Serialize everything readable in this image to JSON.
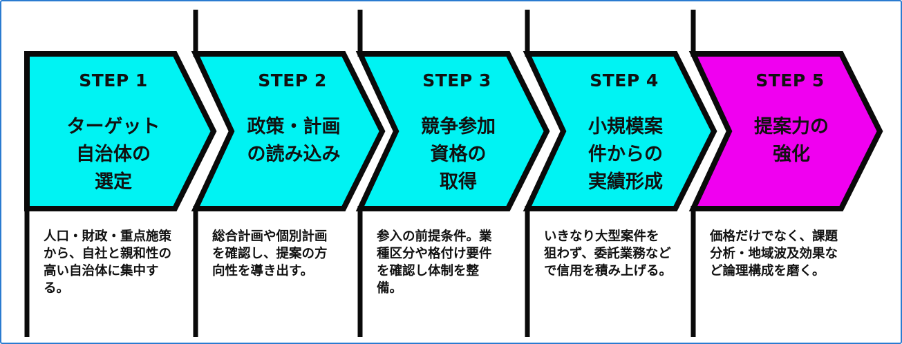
{
  "colors": {
    "cyan": "#00f3f3",
    "magenta": "#f000f0",
    "outline": "#0a0a0a",
    "frame": "#2a7bd0"
  },
  "steps": [
    {
      "label": "STEP 1",
      "title": [
        "ターゲット",
        "自治体の",
        "選定"
      ],
      "desc": [
        "人口・財政・重点施策",
        "から、自社と親和性の",
        "高い自治体に集中す",
        "る。"
      ],
      "color": "#00f3f3"
    },
    {
      "label": "STEP 2",
      "title": [
        "政策・計画",
        "の読み込み"
      ],
      "desc": [
        "総合計画や個別計画",
        "を確認し、提案の方",
        "向性を導き出す。"
      ],
      "color": "#00f3f3"
    },
    {
      "label": "STEP 3",
      "title": [
        "競争参加",
        "資格の",
        "取得"
      ],
      "desc": [
        "参入の前提条件。業",
        "種区分や格付け要件",
        "を確認し体制を整",
        "備。"
      ],
      "color": "#00f3f3"
    },
    {
      "label": "STEP 4",
      "title": [
        "小規模案",
        "件からの",
        "実績形成"
      ],
      "desc": [
        "いきなり大型案件を",
        "狙わず、委託業務など",
        "で信用を積み上げる。"
      ],
      "color": "#00f3f3"
    },
    {
      "label": "STEP 5",
      "title": [
        "提案力の",
        "強化"
      ],
      "desc": [
        "価格だけでなく、課題",
        "分析・地域波及効果な",
        "ど論理構成を磨く。"
      ],
      "color": "#f000f0"
    }
  ]
}
